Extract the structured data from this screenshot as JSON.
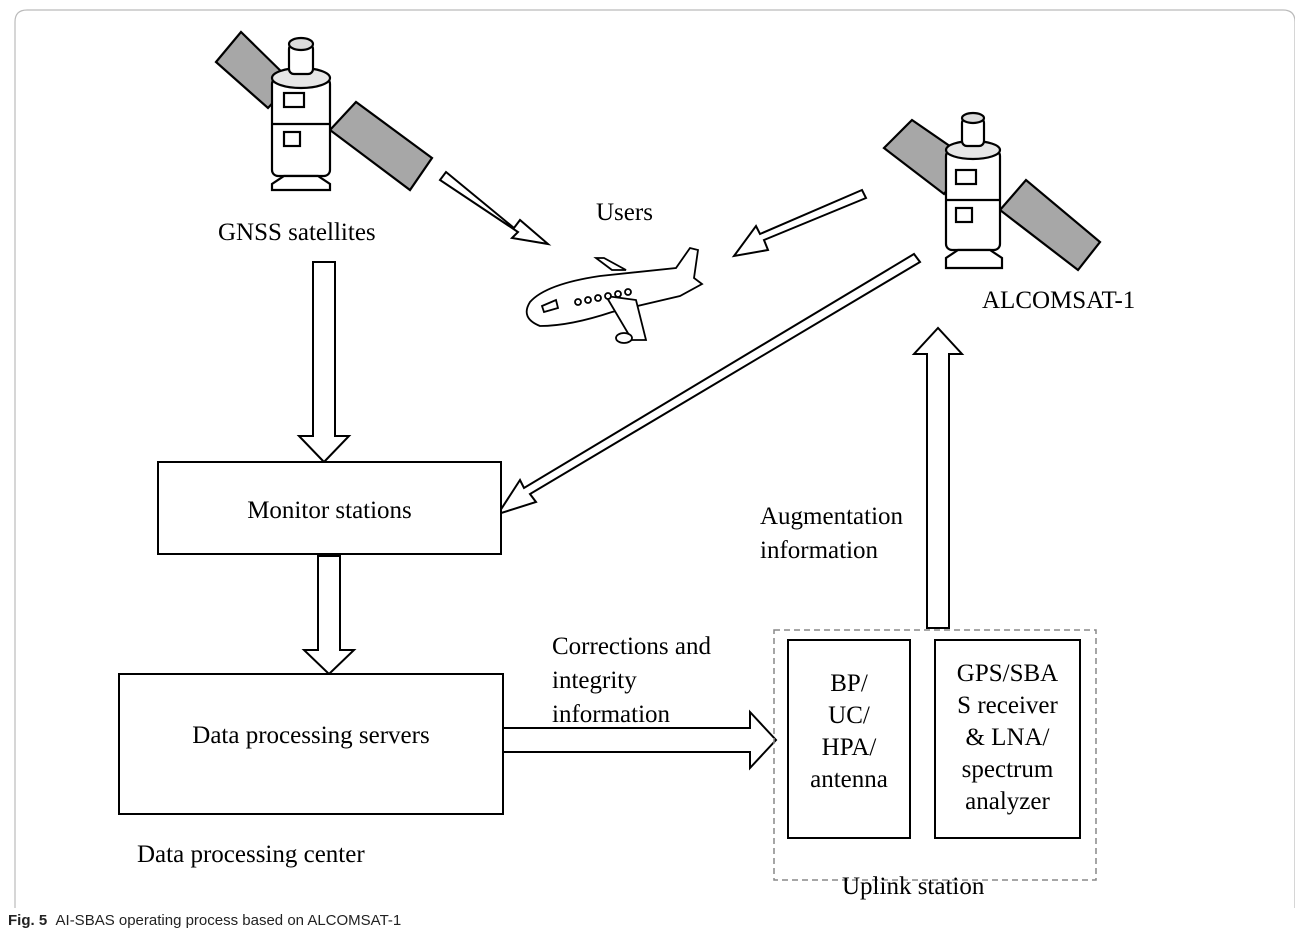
{
  "labels": {
    "gnss": "GNSS satellites",
    "users": "Users",
    "alcomsat": "ALCOMSAT-1",
    "monitor": "Monitor stations",
    "dps": "Data processing servers",
    "dpc": "Data processing center",
    "uplink": "Uplink station",
    "augmentation": [
      "Augmentation",
      "information"
    ],
    "corrections": [
      "Corrections and",
      "integrity",
      "information"
    ],
    "bp_box": [
      "BP/",
      "UC/",
      "HPA/",
      "antenna"
    ],
    "gps_box": [
      "GPS/SBA",
      "S receiver",
      "& LNA/",
      "spectrum",
      "analyzer"
    ]
  },
  "caption": {
    "number": "Fig. 5",
    "text": "AI-SBAS operating process based on ALCOMSAT-1"
  }
}
